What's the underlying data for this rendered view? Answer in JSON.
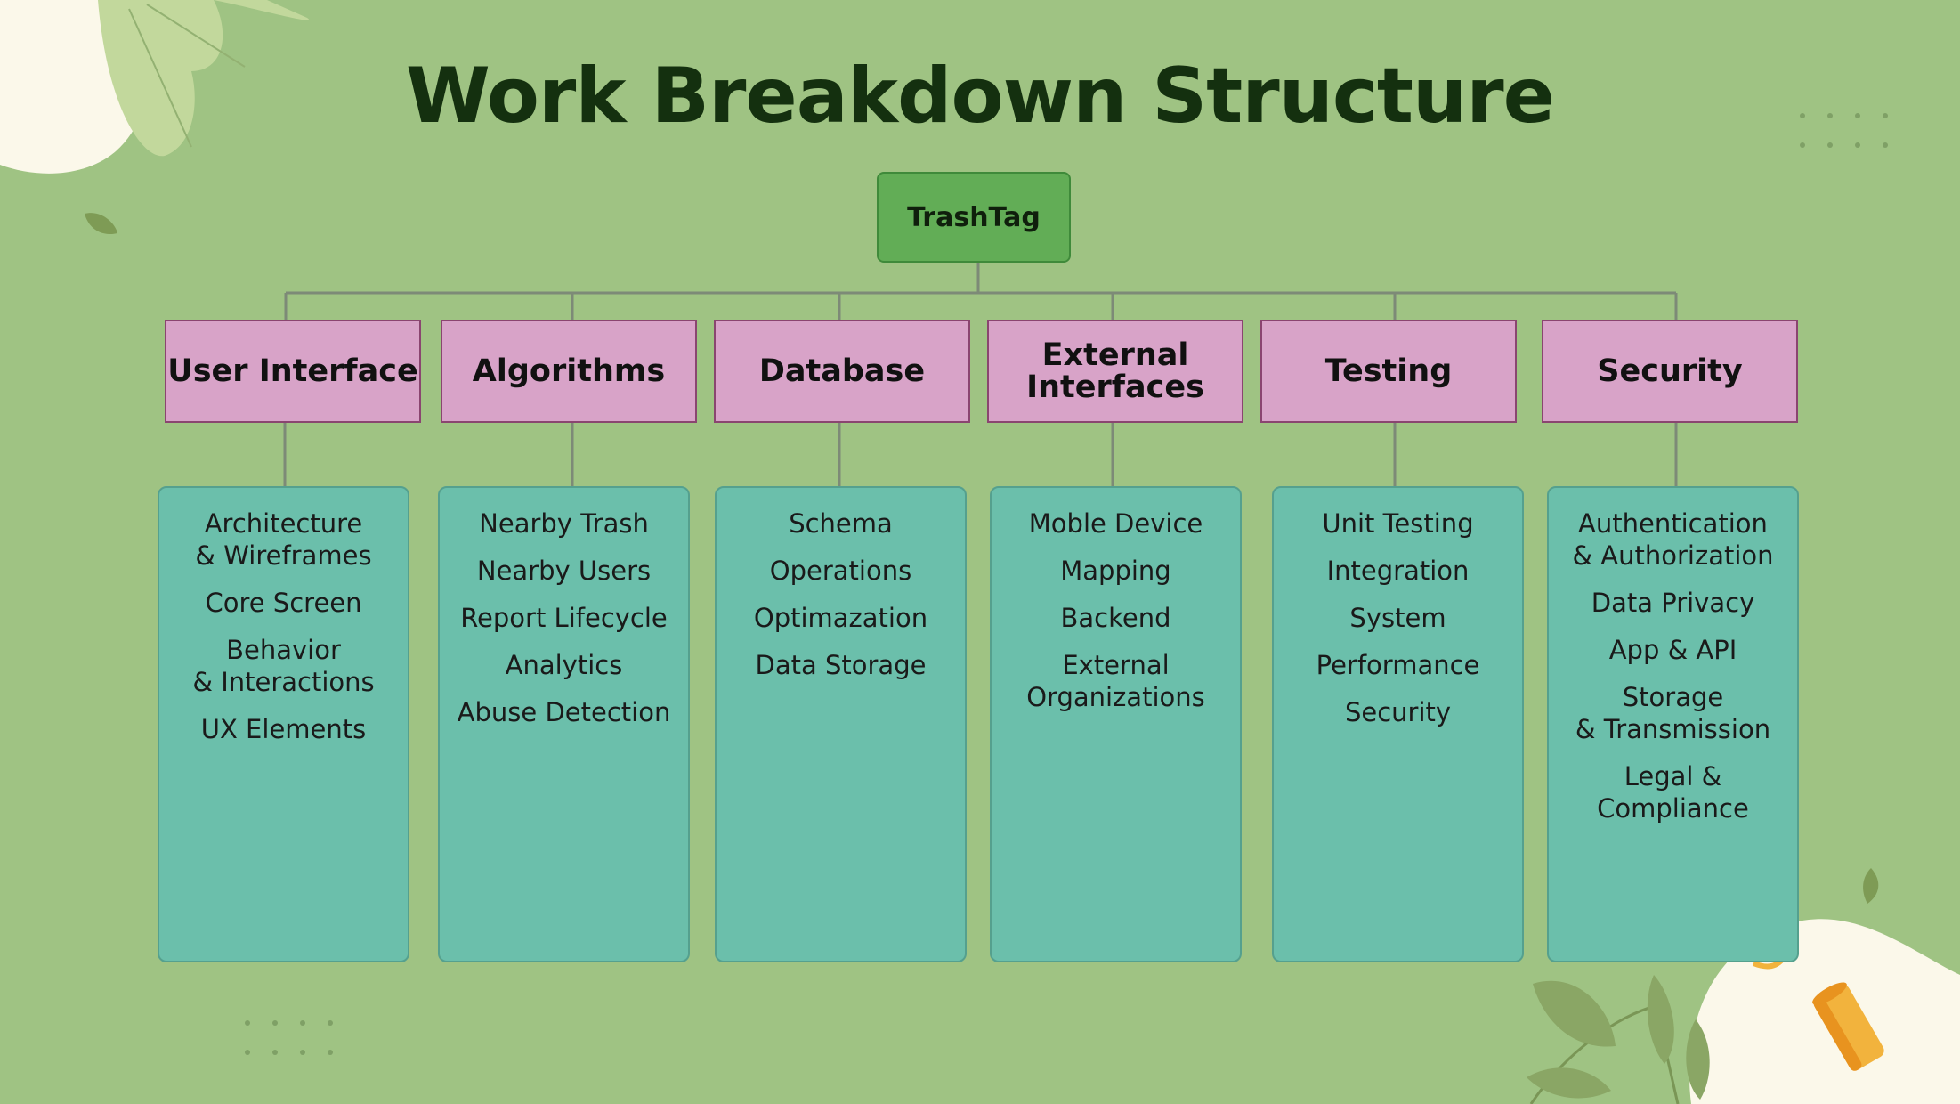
{
  "title": "Work Breakdown Structure",
  "root": {
    "label": "TrashTag"
  },
  "colors": {
    "background": "#9fc383",
    "root_box": "#62ad56",
    "category_box": "#d8a3c8",
    "task_panel": "#6bbfab",
    "title_text": "#14300f"
  },
  "categories": [
    {
      "label": "User Interface",
      "items": [
        "Architecture\n& Wireframes",
        "Core Screen",
        "Behavior\n& Interactions",
        "UX Elements"
      ]
    },
    {
      "label": "Algorithms",
      "items": [
        "Nearby Trash",
        "Nearby Users",
        "Report Lifecycle",
        "Analytics",
        "Abuse Detection"
      ]
    },
    {
      "label": "Database",
      "items": [
        "Schema",
        "Operations",
        "Optimazation",
        "Data Storage"
      ]
    },
    {
      "label": "External\nInterfaces",
      "items": [
        "Moble Device",
        "Mapping",
        "Backend",
        "External\nOrganizations"
      ]
    },
    {
      "label": "Testing",
      "items": [
        "Unit Testing",
        "Integration",
        "System",
        "Performance",
        "Security"
      ]
    },
    {
      "label": "Security",
      "items": [
        "Authentication\n& Authorization",
        "Data Privacy",
        "App & API",
        "Storage\n& Transmission",
        "Legal &\nCompliance"
      ]
    }
  ]
}
